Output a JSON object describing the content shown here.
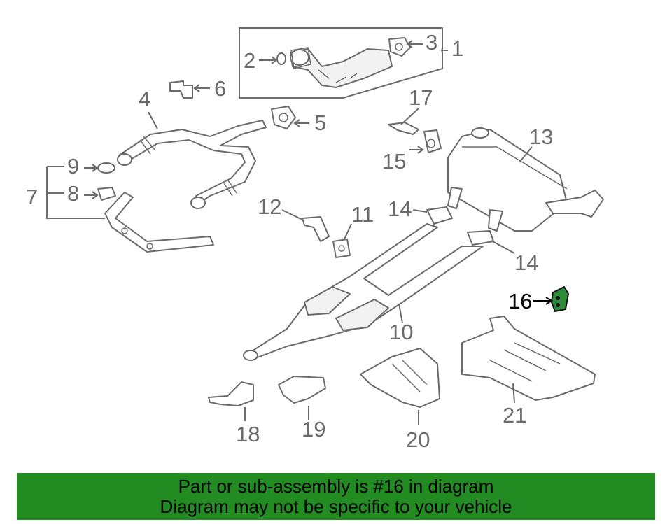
{
  "callouts": {
    "c1": "1",
    "c2": "2",
    "c3": "3",
    "c4": "4",
    "c5": "5",
    "c6": "6",
    "c7": "7",
    "c8": "8",
    "c9": "9",
    "c10": "10",
    "c11": "11",
    "c12": "12",
    "c13": "13",
    "c14a": "14",
    "c14b": "14",
    "c15": "15",
    "c16": "16",
    "c17": "17",
    "c18": "18",
    "c19": "19",
    "c20": "20",
    "c21": "21"
  },
  "highlighted_part": "16",
  "colors": {
    "highlight": "#2e8b3a",
    "banner": "#228b22",
    "line": "#6b6b6b"
  },
  "banner": {
    "line1": "Part or sub-assembly is #16 in diagram",
    "line2": "Diagram may not be specific to your vehicle"
  }
}
